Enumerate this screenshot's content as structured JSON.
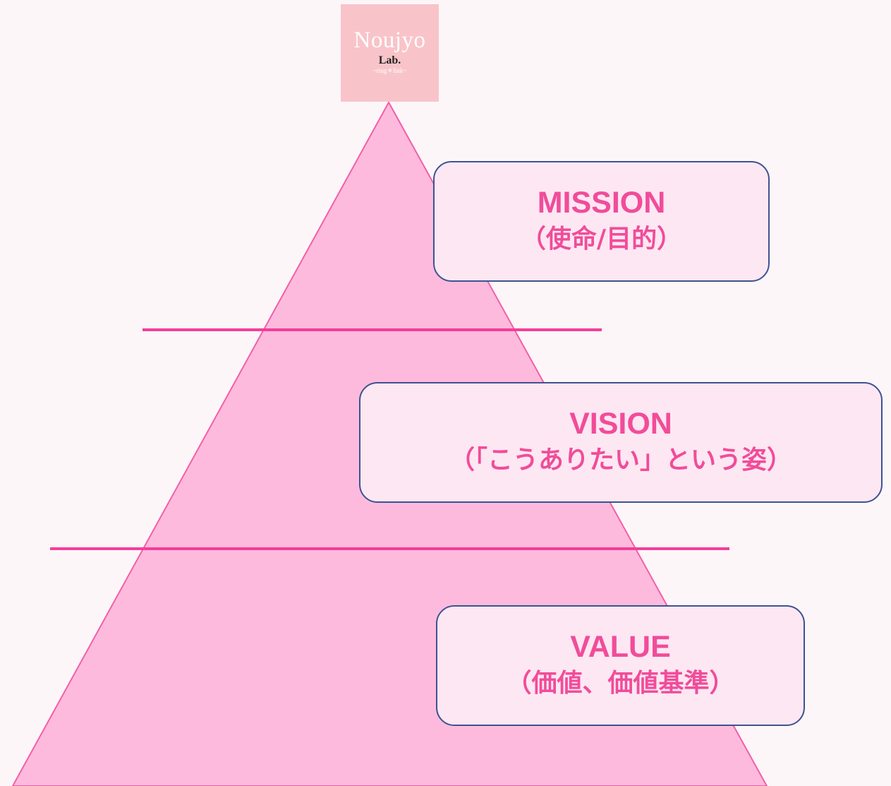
{
  "logo": {
    "title": "Noujyo",
    "subtitle": "Lab.",
    "tagline": "~ring＊link~"
  },
  "tiers": [
    {
      "title": "MISSION",
      "description": "（使命/目的）"
    },
    {
      "title": "VISION",
      "description": "（「こうありたい」という姿）"
    },
    {
      "title": "VALUE",
      "description": "（価値、価値基準）"
    }
  ],
  "colors": {
    "background": "#fdf6f9",
    "pyramid_fill": "#fdbadd",
    "pyramid_stroke": "#f45fa6",
    "divider": "#f53d9b",
    "box_fill": "#fde7f2",
    "box_border": "#3d5391",
    "text": "#f14c9a",
    "logo_bg": "#f8c4c9"
  }
}
